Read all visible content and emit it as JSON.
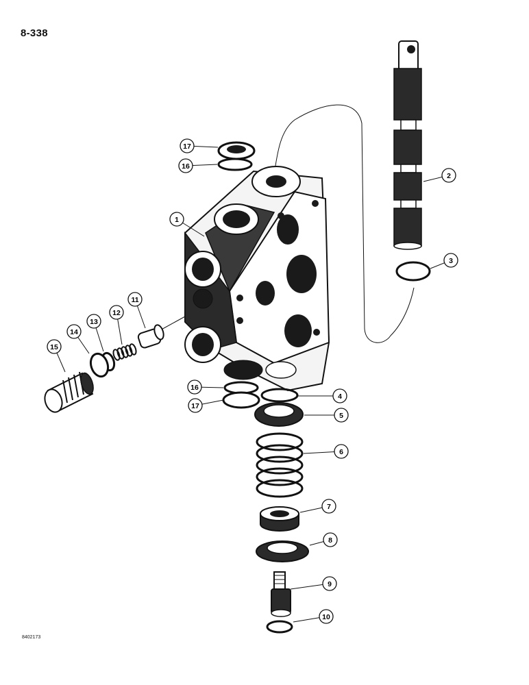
{
  "page_number": "8-338",
  "figure_code": "8402173",
  "callouts": [
    {
      "label": "1",
      "part": "valve-section-body"
    },
    {
      "label": "2",
      "part": "spool"
    },
    {
      "label": "3",
      "part": "o-ring"
    },
    {
      "label": "4",
      "part": "o-ring"
    },
    {
      "label": "5",
      "part": "seal-plate"
    },
    {
      "label": "6",
      "part": "spring"
    },
    {
      "label": "7",
      "part": "spacer"
    },
    {
      "label": "8",
      "part": "spring-seat"
    },
    {
      "label": "9",
      "part": "bolt"
    },
    {
      "label": "10",
      "part": "retaining-ring"
    },
    {
      "label": "11",
      "part": "poppet"
    },
    {
      "label": "12",
      "part": "spring"
    },
    {
      "label": "13",
      "part": "backup-ring"
    },
    {
      "label": "14",
      "part": "o-ring"
    },
    {
      "label": "15",
      "part": "plug"
    },
    {
      "label": "16",
      "part": "o-ring"
    },
    {
      "label": "17",
      "part": "seal"
    },
    {
      "label": "16",
      "part": "o-ring"
    },
    {
      "label": "17",
      "part": "seal"
    }
  ],
  "colors": {
    "ink": "#111111",
    "paper": "#ffffff",
    "shadow": "#1a1a1a"
  }
}
